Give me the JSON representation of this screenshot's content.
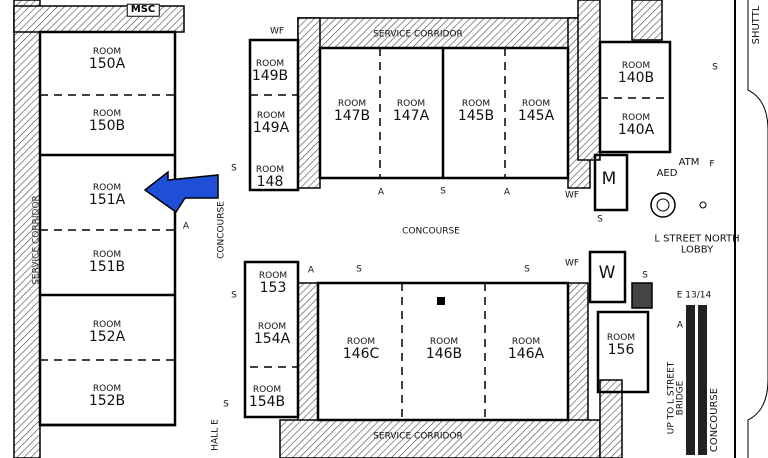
{
  "rooms": [
    {
      "word": "ROOM",
      "num": "150A"
    },
    {
      "word": "ROOM",
      "num": "150B"
    },
    {
      "word": "ROOM",
      "num": "151A"
    },
    {
      "word": "ROOM",
      "num": "151B"
    },
    {
      "word": "ROOM",
      "num": "152A"
    },
    {
      "word": "ROOM",
      "num": "152B"
    },
    {
      "word": "ROOM",
      "num": "149B"
    },
    {
      "word": "ROOM",
      "num": "149A"
    },
    {
      "word": "ROOM",
      "num": "148"
    },
    {
      "word": "ROOM",
      "num": "153"
    },
    {
      "word": "ROOM",
      "num": "154A"
    },
    {
      "word": "ROOM",
      "num": "154B"
    },
    {
      "word": "ROOM",
      "num": "147B"
    },
    {
      "word": "ROOM",
      "num": "147A"
    },
    {
      "word": "ROOM",
      "num": "145B"
    },
    {
      "word": "ROOM",
      "num": "145A"
    },
    {
      "word": "ROOM",
      "num": "146C"
    },
    {
      "word": "ROOM",
      "num": "146B"
    },
    {
      "word": "ROOM",
      "num": "146A"
    },
    {
      "word": "ROOM",
      "num": "140B"
    },
    {
      "word": "ROOM",
      "num": "140A"
    },
    {
      "word": "ROOM",
      "num": "156"
    }
  ],
  "areas": {
    "concourse": "CONCOURSE",
    "service_corridor": "SERVICE CORRIDOR",
    "lobby": "L STREET NORTH LOBBY",
    "hall": "HALL E",
    "escalator": "E 13/14",
    "bridge": "UP TO L STREET BRIDGE",
    "shuttle": "SHUTTL",
    "msc": "MSC"
  },
  "markers": {
    "stairs": "S",
    "accessible": "A",
    "water_fountain": "WF",
    "men": "M",
    "women": "W",
    "atm": "ATM",
    "aed": "AED",
    "fire": "F"
  },
  "colors": {
    "arrow": "#1f4fd6",
    "wall": "#000000",
    "hatch": "#555555"
  }
}
